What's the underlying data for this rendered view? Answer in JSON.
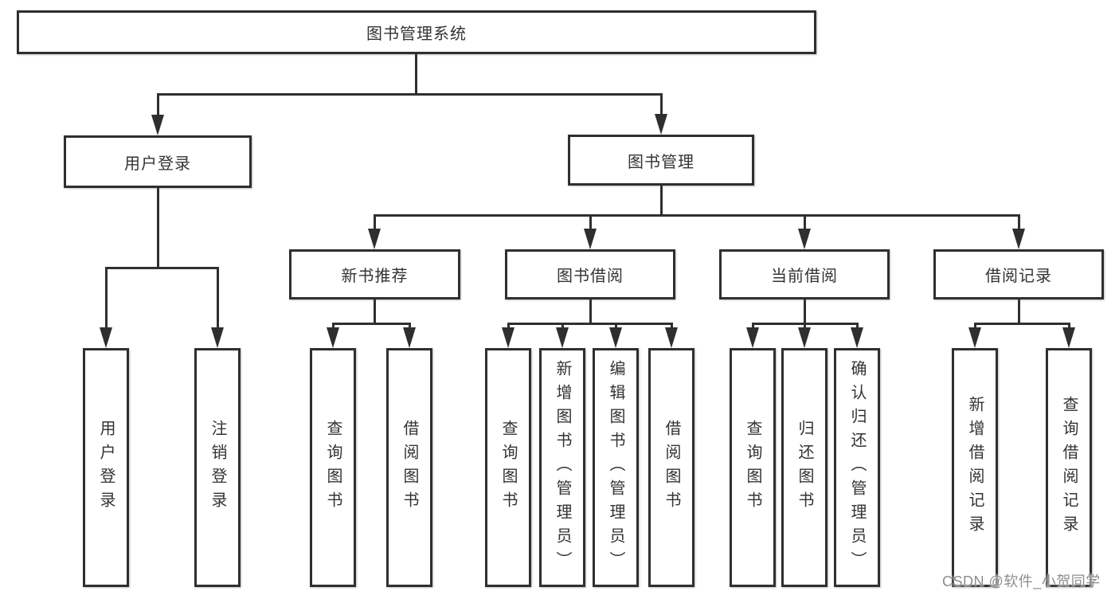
{
  "root": {
    "label": "图书管理系统"
  },
  "level2": [
    {
      "label": "用户登录"
    },
    {
      "label": "图书管理"
    }
  ],
  "level3": [
    {
      "label": "新书推荐"
    },
    {
      "label": "图书借阅"
    },
    {
      "label": "当前借阅"
    },
    {
      "label": "借阅记录"
    }
  ],
  "leaves": [
    {
      "label": "用户登录"
    },
    {
      "label": "注销登录"
    },
    {
      "label": "查询图书"
    },
    {
      "label": "借阅图书"
    },
    {
      "label": "查询图书"
    },
    {
      "label": "新增图书（管理员）"
    },
    {
      "label": "编辑图书（管理员）"
    },
    {
      "label": "借阅图书"
    },
    {
      "label": "查询图书"
    },
    {
      "label": "归还图书"
    },
    {
      "label": "确认归还（管理员）"
    },
    {
      "label": "新增借阅记录"
    },
    {
      "label": "查询借阅记录"
    }
  ],
  "watermark": {
    "text": "CSDN @软件_小贺同学"
  },
  "colors": {
    "line": "#2f2f2f",
    "text": "#333333",
    "background": "#ffffff",
    "watermark": "#8d8d8d"
  }
}
